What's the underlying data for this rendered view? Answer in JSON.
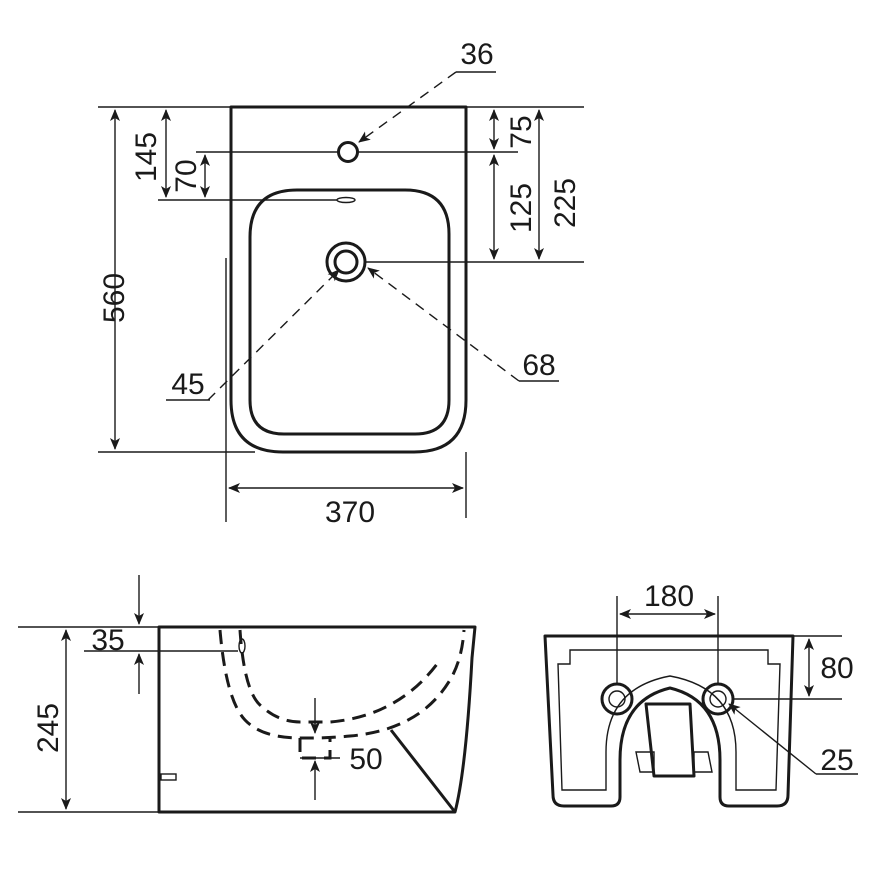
{
  "top_view": {
    "total_depth": "560",
    "overall_width": "370",
    "tap_hole_from_back": "145",
    "overflow_offset": "70",
    "tap_hole_top": "75",
    "drain_from_tap": "125",
    "drain_from_back": "225",
    "tap_hole_diameter": "36",
    "drain_inner_diameter": "45",
    "drain_outer_diameter": "68"
  },
  "side_view": {
    "height": "245",
    "overflow_height": "35",
    "drain_depth": "50"
  },
  "rear_view": {
    "fixing_centres": "180",
    "fixing_height": "80",
    "fixing_hole_diameter": "25"
  }
}
